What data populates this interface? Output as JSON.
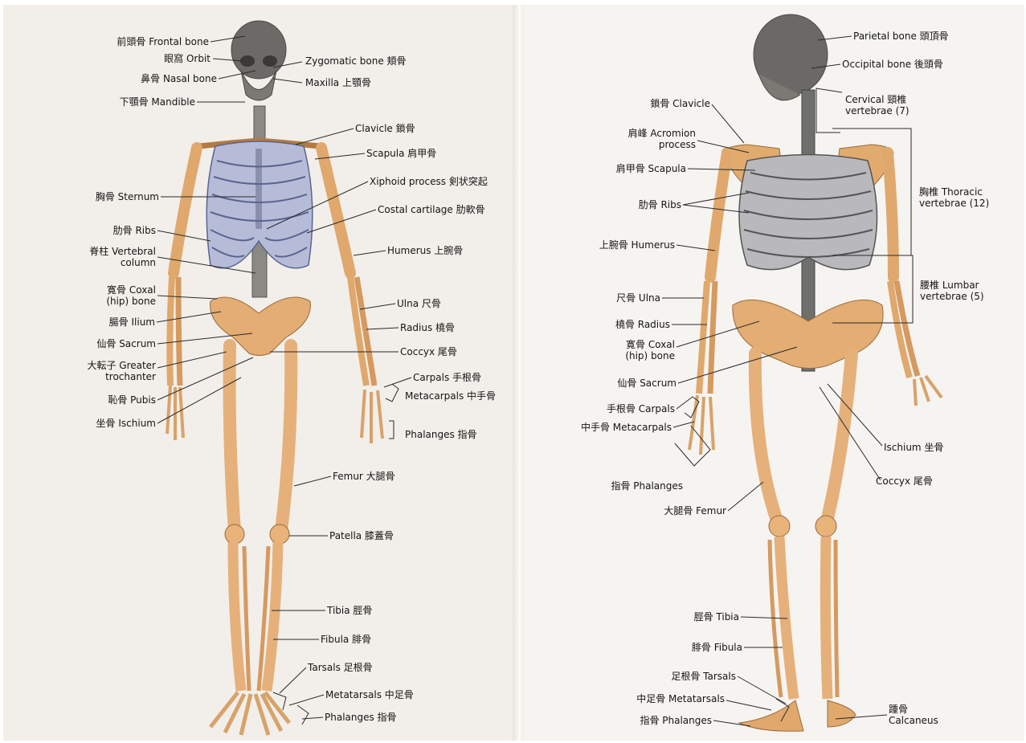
{
  "colors": {
    "bone": "#e8b47a",
    "bone_shade": "#c98a4c",
    "skull": "#6b6a66",
    "ribs": "#7d86ae",
    "leader": "#2a2a2a",
    "page_left": "#f2efea",
    "page_right": "#f6f4f1"
  },
  "anterior": {
    "labels": {
      "frontal": "前頭骨 Frontal bone",
      "orbit": "眼窩 Orbit",
      "nasal": "鼻骨 Nasal bone",
      "mandible": "下顎骨 Mandible",
      "zygomatic": "Zygomatic bone 頬骨",
      "maxilla": "Maxilla 上顎骨",
      "clavicle": "Clavicle 鎖骨",
      "scapula": "Scapula 肩甲骨",
      "sternum": "胸骨 Sternum",
      "xiphoid": "Xiphoid process 剣状突起",
      "costal": "Costal cartilage 肋軟骨",
      "ribs": "肋骨 Ribs",
      "vertebral": "脊柱 Vertebral column",
      "humerus": "Humerus 上腕骨",
      "coxal": "寛骨 Coxal (hip) bone",
      "ulna": "Ulna 尺骨",
      "ilium": "腸骨 Ilium",
      "radius": "Radius 橈骨",
      "sacrum": "仙骨 Sacrum",
      "coccyx": "Coccyx 尾骨",
      "greater_trochanter": "大転子 Greater trochanter",
      "carpals": "Carpals 手根骨",
      "metacarpals": "Metacarpals 中手骨",
      "pubis": "恥骨 Pubis",
      "ischium": "坐骨 Ischium",
      "phalanges_hand": "Phalanges 指骨",
      "femur": "Femur 大腿骨",
      "patella": "Patella 膝蓋骨",
      "tibia": "Tibia 脛骨",
      "fibula": "Fibula 腓骨",
      "tarsals": "Tarsals 足根骨",
      "metatarsals": "Metatarsals 中足骨",
      "phalanges_foot": "Phalanges 指骨"
    }
  },
  "posterior": {
    "labels": {
      "parietal": "Parietal bone 頭頂骨",
      "occipital": "Occipital bone 後頭骨",
      "cervical": "Cervical 頸椎 vertebrae (7)",
      "clavicle": "鎖骨 Clavicle",
      "acromion": "肩峰 Acromion process",
      "scapula": "肩甲骨 Scapula",
      "thoracic": "胸椎 Thoracic vertebrae (12)",
      "ribs": "肋骨 Ribs",
      "humerus": "上腕骨 Humerus",
      "lumbar": "腰椎 Lumbar vertebrae (5)",
      "ulna": "尺骨 Ulna",
      "radius": "橈骨 Radius",
      "coxal": "寛骨 Coxal (hip) bone",
      "sacrum": "仙骨 Sacrum",
      "carpals": "手根骨 Carpals",
      "metacarpals": "中手骨 Metacarpals",
      "ischium": "Ischium 坐骨",
      "phalanges_hand": "指骨 Phalanges",
      "coccyx": "Coccyx 尾骨",
      "femur": "大腿骨 Femur",
      "tibia": "脛骨 Tibia",
      "fibula": "腓骨 Fibula",
      "tarsals": "足根骨 Tarsals",
      "metatarsals": "中足骨 Metatarsals",
      "calcaneus": "踵骨 Calcaneus",
      "phalanges_foot": "指骨 Phalanges"
    }
  }
}
